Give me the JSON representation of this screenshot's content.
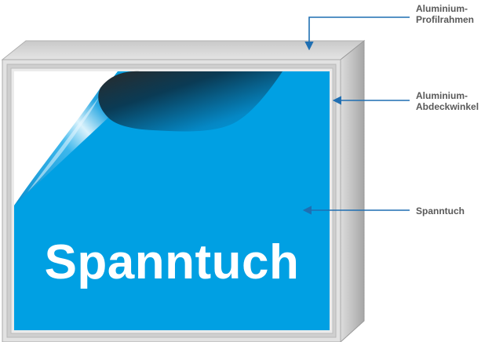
{
  "labels": {
    "profilrahmen_line1": "Aluminium-",
    "profilrahmen_line2": "Profilrahmen",
    "abdeckwinkel_line1": "Aluminium-",
    "abdeckwinkel_line2": "Abdeckwinkel",
    "spanntuch": "Spanntuch"
  },
  "panel_text": "Spanntuch",
  "colors": {
    "fabric": "#00A0E3",
    "frame_light": "#E6E6E6",
    "frame_mid": "#BDBDBD",
    "frame_dark": "#9E9E9E",
    "arrow": "#1F6FB2",
    "label_text": "#595959"
  }
}
